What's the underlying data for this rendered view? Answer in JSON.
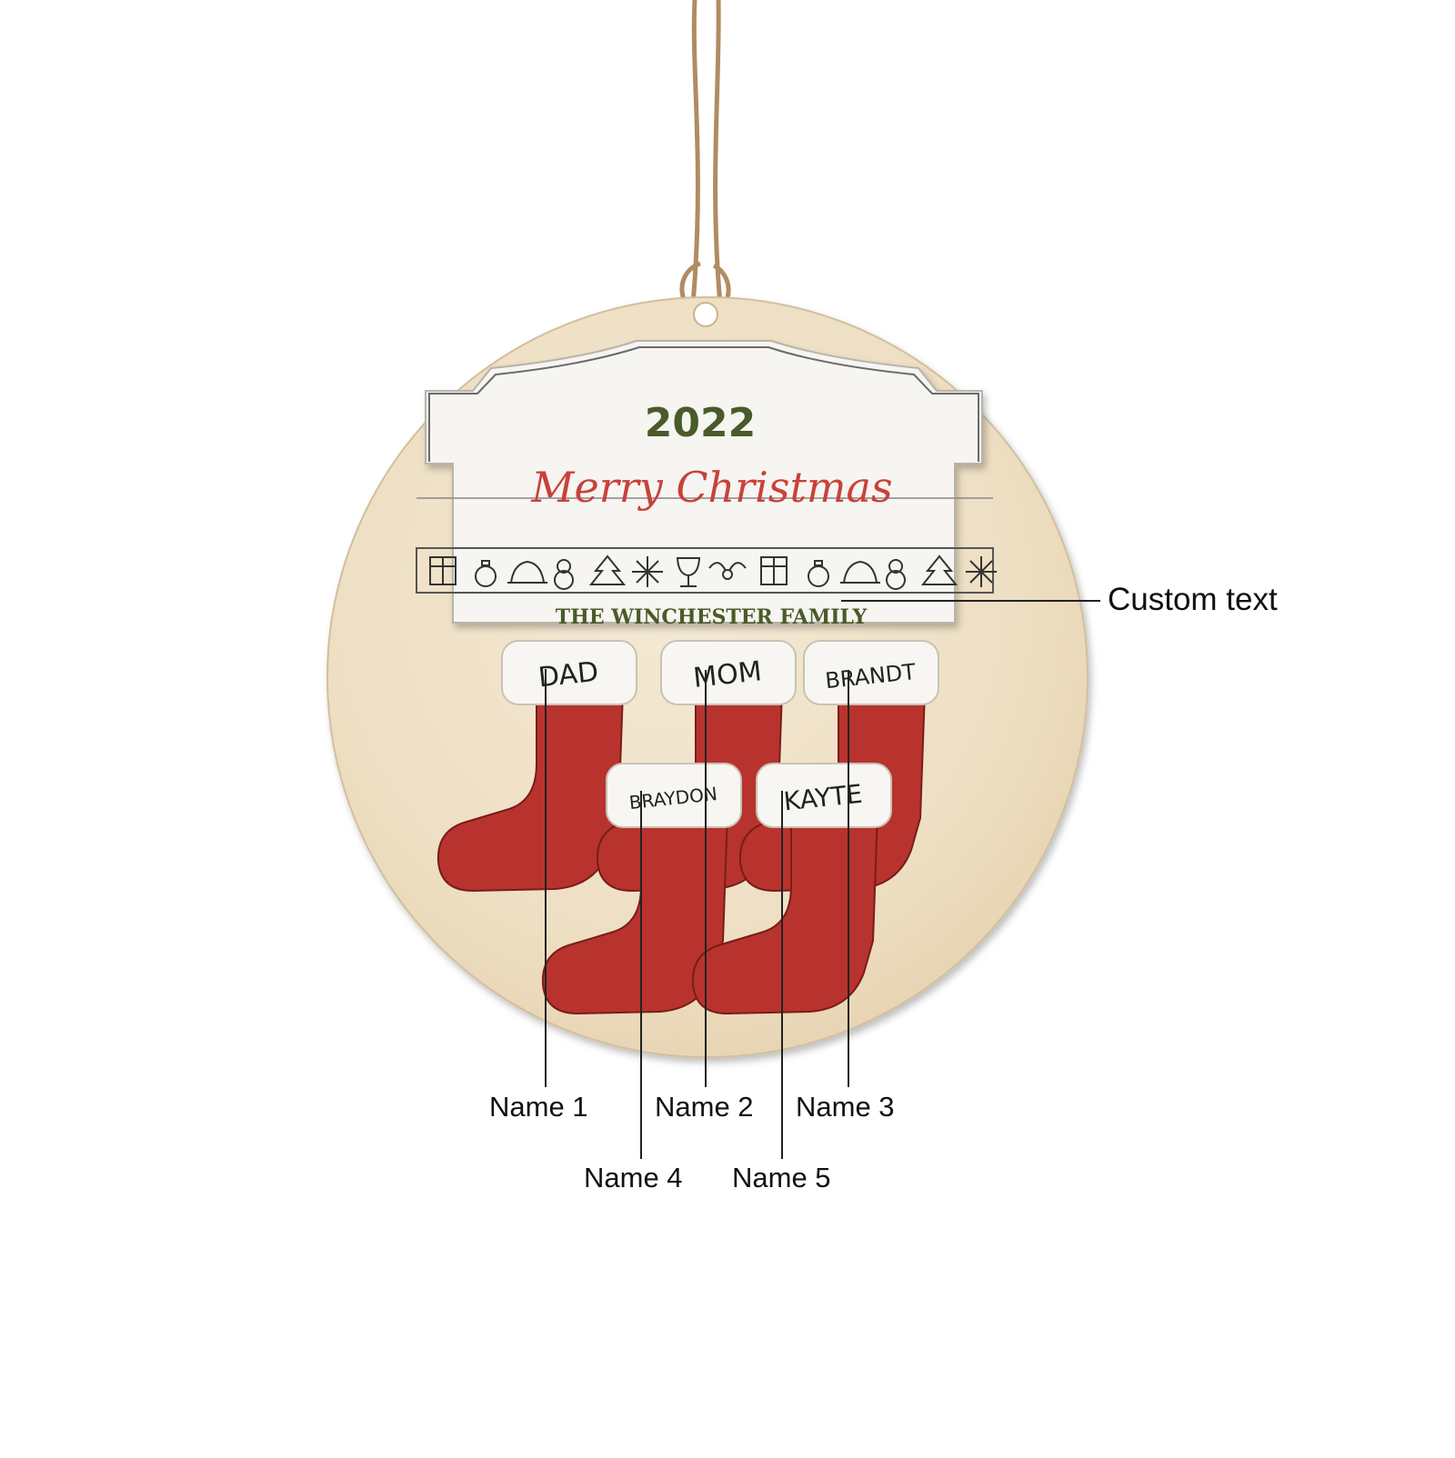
{
  "ornament": {
    "year": "2022",
    "greeting": "Merry Christmas",
    "family_text": "THE WINCHESTER FAMILY",
    "icons": [
      "gift-icon",
      "ornament-ball-icon",
      "bell-icon",
      "snowman-icon",
      "tree-icon",
      "snowflake-icon",
      "wine-glass-icon",
      "holly-icon",
      "gift-icon",
      "ornament-ball-icon",
      "bell-icon",
      "snowman-icon",
      "tree-icon",
      "snowflake-icon"
    ],
    "stockings": [
      {
        "id": "dad",
        "name": "DAD"
      },
      {
        "id": "mom",
        "name": "MOM"
      },
      {
        "id": "brandt",
        "name": "BRANDT"
      },
      {
        "id": "braydon",
        "name": "BRAYDON"
      },
      {
        "id": "kayte",
        "name": "KAYTE"
      }
    ]
  },
  "labels": {
    "custom_text": "Custom text",
    "name1": "Name 1",
    "name2": "Name 2",
    "name3": "Name 3",
    "name4": "Name 4",
    "name5": "Name 5"
  },
  "colors": {
    "wood": "#f1e4cc",
    "plaque": "#f6f5f1",
    "stocking_red": "#b8332e",
    "year_green": "#4a5a2a",
    "greeting_red": "#c9413a"
  }
}
